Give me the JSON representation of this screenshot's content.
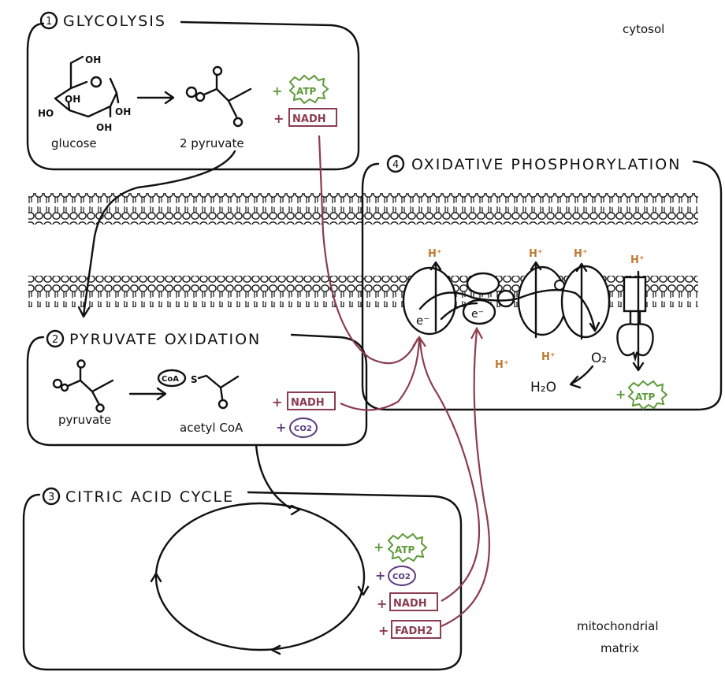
{
  "labels": {
    "cytosol": "cytosol",
    "matrix_line1": "mitochondrial",
    "matrix_line2": "matrix"
  },
  "stages": {
    "glycolysis": {
      "number": "1",
      "title": "GLYCOLYSIS",
      "substrate": "glucose",
      "product": "2 pyruvate",
      "outputs": [
        "ATP",
        "NADH"
      ]
    },
    "pyruvate_oxidation": {
      "number": "2",
      "title": "PYRUVATE OXIDATION",
      "substrate": "pyruvate",
      "product": "acetyl CoA",
      "coa": "CoA",
      "sulfur": "S",
      "outputs": [
        "NADH",
        "CO2"
      ]
    },
    "citric_acid_cycle": {
      "number": "3",
      "title": "CITRIC ACID CYCLE",
      "outputs": [
        "ATP",
        "CO2",
        "NADH",
        "FADH2"
      ]
    },
    "oxidative_phosphorylation": {
      "number": "4",
      "title": "OXIDATIVE PHOSPHORYLATION",
      "electron": "e⁻",
      "proton": "H⁺",
      "oxygen": "O₂",
      "water": "H₂O",
      "output": "ATP"
    }
  },
  "chem": {
    "oh": "OH",
    "ho": "HO",
    "o": "O",
    "plus": "+"
  },
  "colors": {
    "atp": "#5f9a3a",
    "nadh": "#8b3d50",
    "co2": "#5d3b80",
    "proton": "#c07a30"
  }
}
